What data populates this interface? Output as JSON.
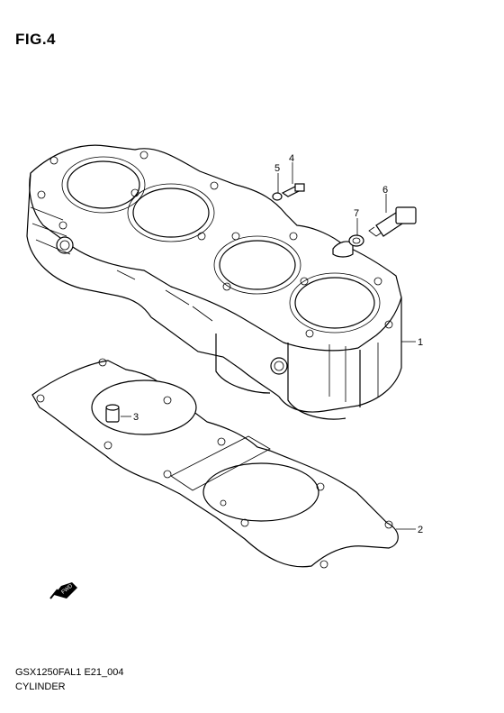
{
  "figure": {
    "title": "FIG.4"
  },
  "callouts": [
    "1",
    "2",
    "3",
    "4",
    "5",
    "6",
    "7"
  ],
  "fwd_label": "FWD",
  "footer": {
    "code": "GSX1250FAL1 E21_004",
    "name": "CYLINDER"
  }
}
